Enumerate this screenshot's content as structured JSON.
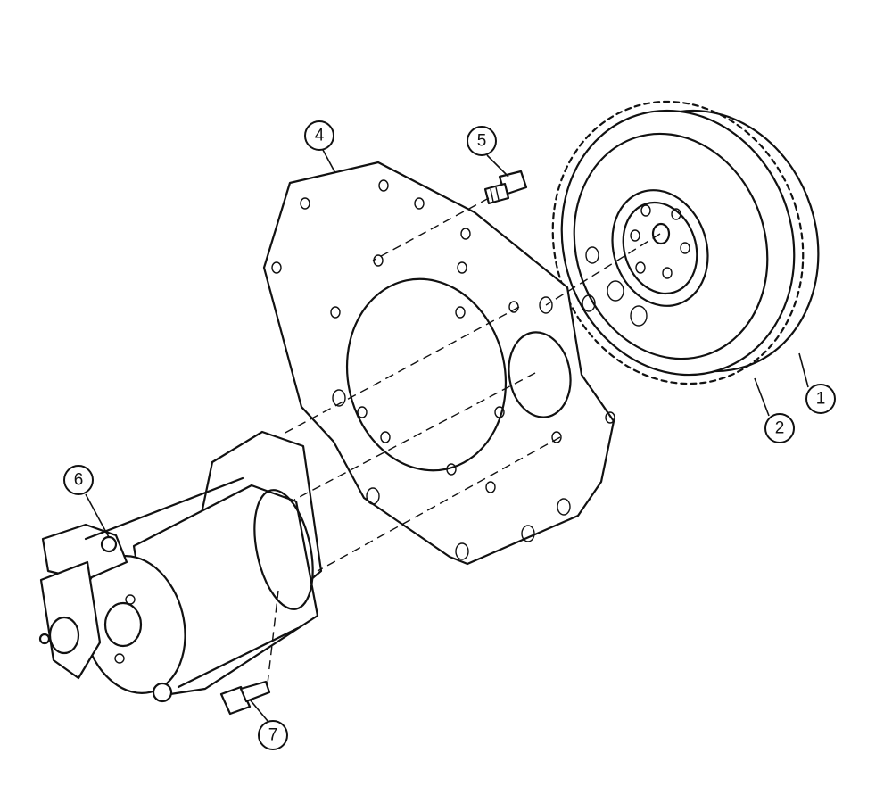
{
  "callouts": [
    {
      "id": "1",
      "label": "1"
    },
    {
      "id": "2",
      "label": "2"
    },
    {
      "id": "4",
      "label": "4"
    },
    {
      "id": "5",
      "label": "5"
    },
    {
      "id": "6",
      "label": "6"
    },
    {
      "id": "7",
      "label": "7"
    }
  ]
}
